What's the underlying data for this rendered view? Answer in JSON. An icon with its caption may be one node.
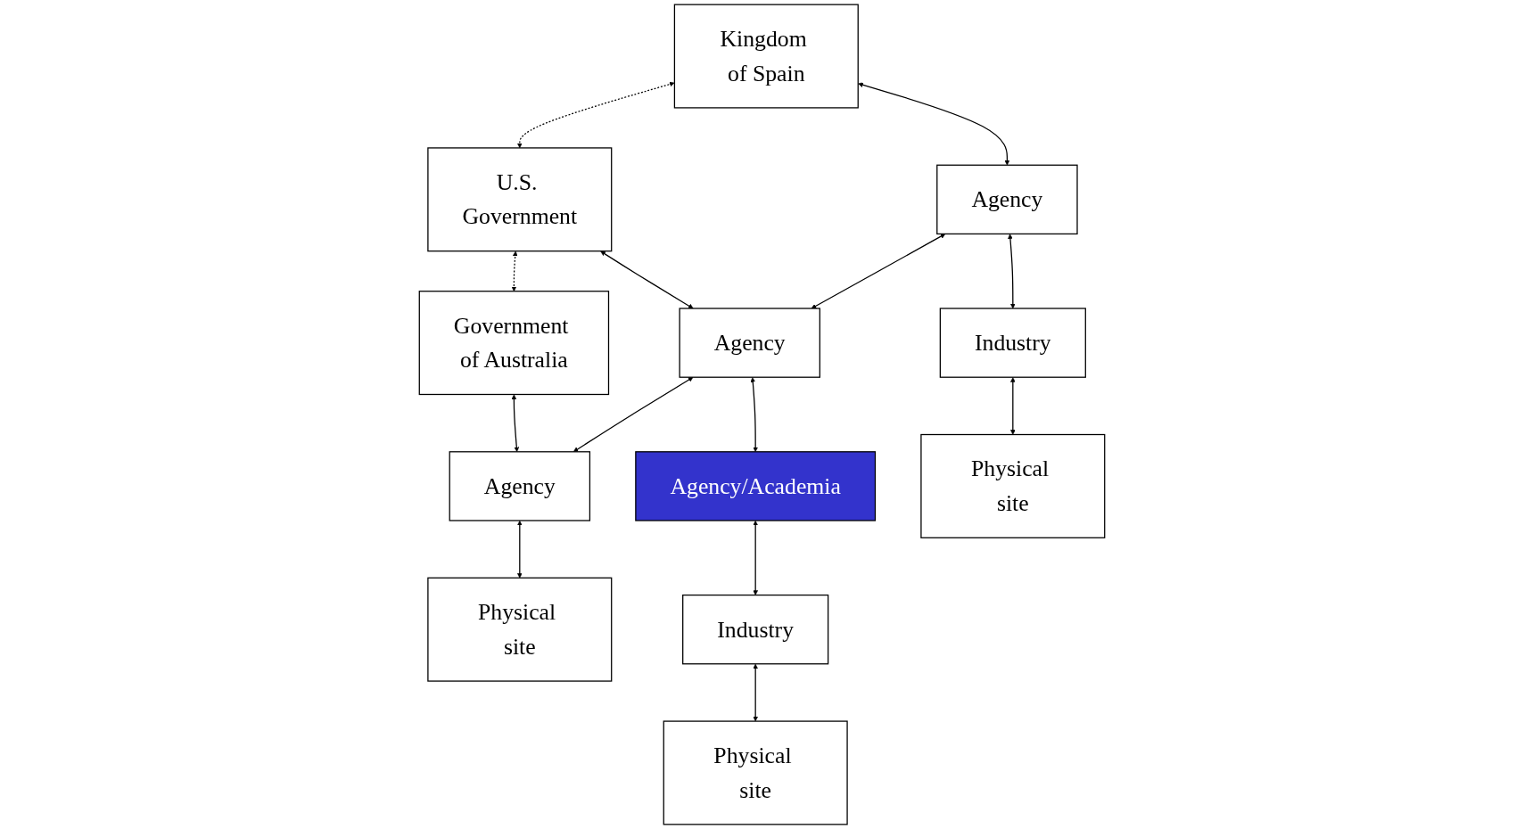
{
  "diagram": {
    "nodes": [
      {
        "text": [
          "Kingdom of Spain"
        ]
      },
      {
        "text": [
          "U.S. Government"
        ]
      },
      {
        "text": [
          "Government of Australia"
        ]
      },
      {
        "text": [
          "Agency"
        ]
      },
      {
        "text": [
          "Agency"
        ]
      },
      {
        "text": [
          "Agency"
        ]
      },
      {
        "text": [
          "Agency/Academia"
        ]
      },
      {
        "text": [
          "Industry"
        ]
      },
      {
        "text": [
          "Industry"
        ]
      },
      {
        "text": [
          "Physical site"
        ]
      },
      {
        "text": [
          "Physical site"
        ]
      },
      {
        "text": [
          "Physical site"
        ]
      }
    ],
    "edges": [
      {
        "from": 0,
        "to": 1,
        "arrow": "both",
        "style": "dashed"
      },
      {
        "from": 1,
        "to": 2,
        "arrow": "both",
        "style": "dashed"
      },
      {
        "from": 0,
        "to": 3,
        "arrow": "both"
      },
      {
        "from": 1,
        "to": 4,
        "arrow": "both"
      },
      {
        "from": 2,
        "to": 5,
        "arrow": "both"
      },
      {
        "from": 3,
        "to": 4,
        "arrow": "both"
      },
      {
        "from": 4,
        "to": 5,
        "arrow": "both"
      },
      {
        "from": 4,
        "to": 6,
        "arrow": "both"
      },
      {
        "from": 3,
        "to": 7,
        "arrow": "both"
      },
      {
        "from": 6,
        "to": 8,
        "arrow": "both"
      },
      {
        "from": 7,
        "to": 9,
        "arrow": "both"
      },
      {
        "from": 8,
        "to": 10,
        "arrow": "both"
      },
      {
        "from": 5,
        "to": 11,
        "arrow": "both"
      }
    ]
  }
}
